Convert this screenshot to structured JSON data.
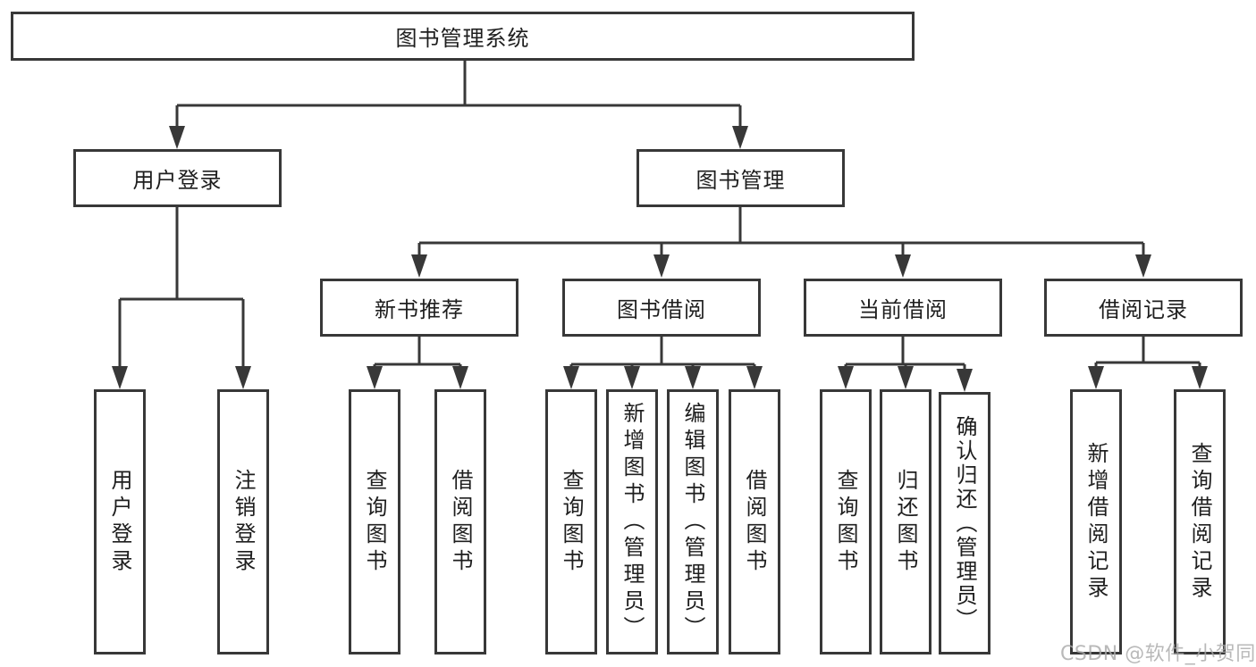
{
  "diagram": {
    "root": {
      "label": "图书管理系统"
    },
    "level2": {
      "user_login": {
        "label": "用户登录"
      },
      "book_management": {
        "label": "图书管理"
      }
    },
    "level3": {
      "new_book_recommend": {
        "label": "新书推荐"
      },
      "book_borrowing": {
        "label": "图书借阅"
      },
      "current_borrowing": {
        "label": "当前借阅"
      },
      "borrowing_records": {
        "label": "借阅记录"
      }
    },
    "leaves": {
      "user_login": [
        "用户登录",
        "注销登录"
      ],
      "new_book_recommend": [
        "查询图书",
        "借阅图书"
      ],
      "book_borrowing": [
        "查询图书",
        "新增图书（管理员）",
        "编辑图书（管理员）",
        "借阅图书"
      ],
      "current_borrowing": [
        "查询图书",
        "归还图书",
        "确认归还（管理员）"
      ],
      "borrowing_records": [
        "新增借阅记录",
        "查询借阅记录"
      ]
    },
    "watermark": "CSDN @软件_小贺同学",
    "colors": {
      "line": "#383838",
      "text": "#1e1e1e",
      "background": "#ffffff",
      "watermark": "#a8a8a8"
    }
  }
}
